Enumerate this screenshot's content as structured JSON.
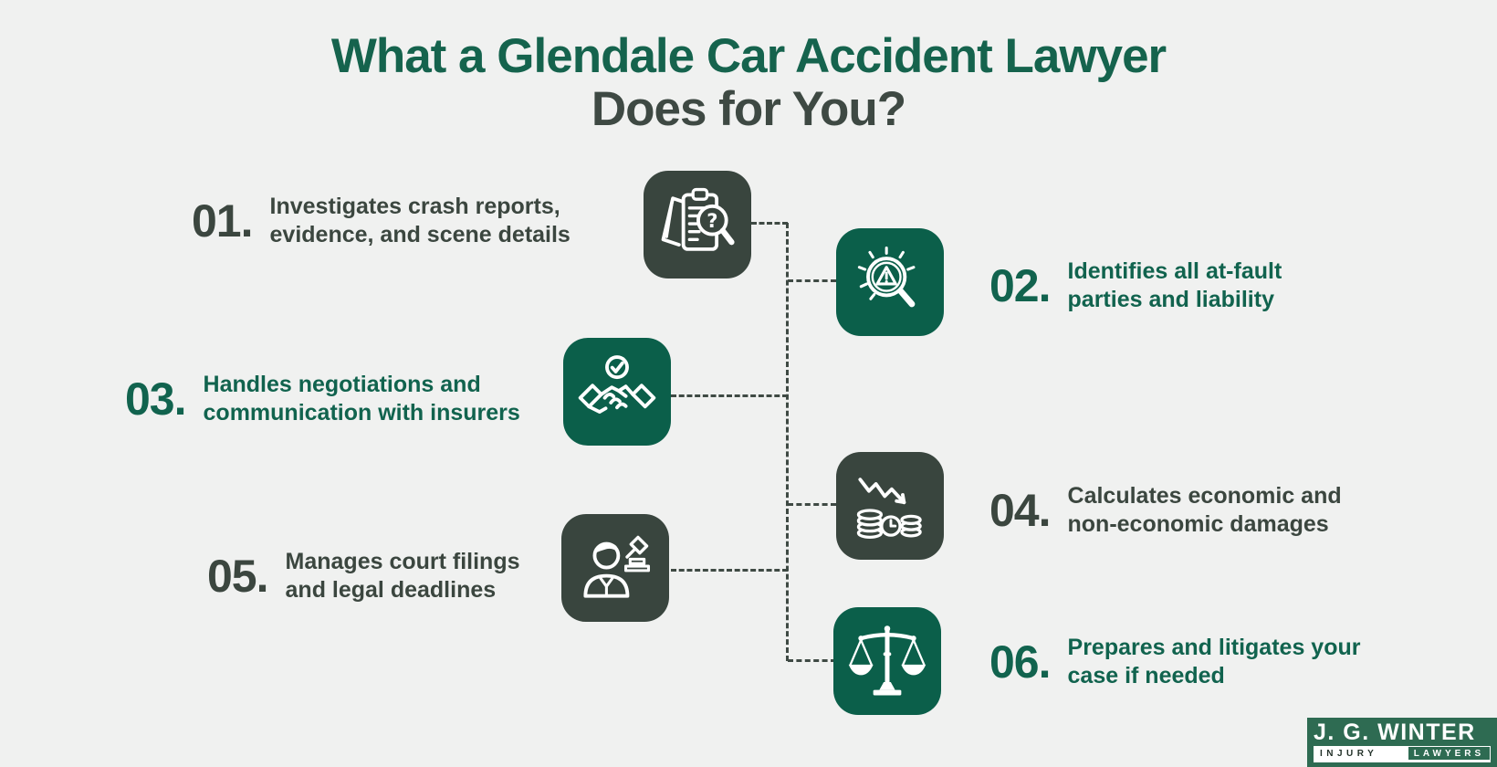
{
  "title": {
    "line1": "What a Glendale Car Accident Lawyer",
    "line2": "Does for You?"
  },
  "items": [
    {
      "number": "01.",
      "line1": "Investigates crash reports,",
      "line2": "evidence, and scene details",
      "icon": "clipboard-search-icon",
      "icon_glyph": "?",
      "theme": "dark"
    },
    {
      "number": "02.",
      "line1": "Identifies all at-fault",
      "line2": "parties and liability",
      "icon": "magnifier-warning-icon",
      "theme": "green"
    },
    {
      "number": "03.",
      "line1": "Handles negotiations and",
      "line2": "communication with insurers",
      "icon": "handshake-check-icon",
      "theme": "green"
    },
    {
      "number": "04.",
      "line1": "Calculates economic and",
      "line2": "non-economic damages",
      "icon": "declining-chart-coins-icon",
      "theme": "dark"
    },
    {
      "number": "05.",
      "line1": "Manages court filings",
      "line2": "and legal deadlines",
      "icon": "lawyer-gavel-icon",
      "theme": "dark"
    },
    {
      "number": "06.",
      "line1": "Prepares and litigates your",
      "line2": "case if needed",
      "icon": "scales-of-justice-icon",
      "theme": "green"
    }
  ],
  "logo": {
    "name": "J. G. WINTER",
    "badge_left": "INJURY",
    "badge_right": "LAWYERS"
  },
  "colors": {
    "background": "#f0f1f0",
    "dark_tile": "#39453e",
    "green_tile": "#0b5f4a",
    "title_green": "#15634d",
    "title_dark": "#3e4943",
    "text_green": "#11634e",
    "text_dark": "#3b463f",
    "connector": "#3f4a44",
    "logo_green": "#2e6b52"
  }
}
